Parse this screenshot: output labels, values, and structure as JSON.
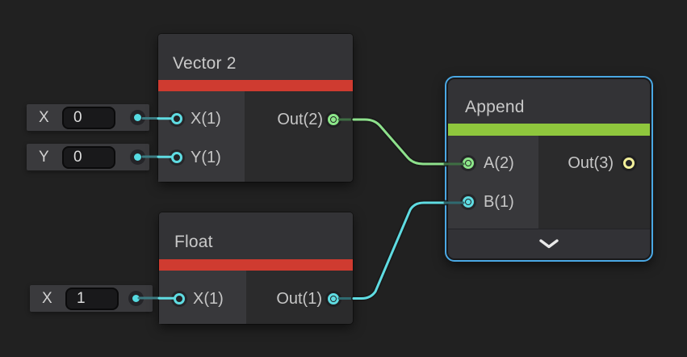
{
  "graph": {
    "background": "#212121",
    "tool": "shader-graph-node-editor"
  },
  "nodes": {
    "vector2": {
      "title": "Vector 2",
      "accent_color": "#cf3b30",
      "inputs": [
        {
          "label": "X(1)",
          "port_color": "#5fdce2",
          "connected": false
        },
        {
          "label": "Y(1)",
          "port_color": "#5fdce2",
          "connected": false
        }
      ],
      "outputs": [
        {
          "label": "Out(2)",
          "port_color": "#8ce689",
          "connected": true
        }
      ]
    },
    "float": {
      "title": "Float",
      "accent_color": "#cf3b30",
      "inputs": [
        {
          "label": "X(1)",
          "port_color": "#5fdce2",
          "connected": false
        }
      ],
      "outputs": [
        {
          "label": "Out(1)",
          "port_color": "#5fdce2",
          "connected": true
        }
      ]
    },
    "append": {
      "title": "Append",
      "accent_color": "#8fc73d",
      "selected": true,
      "selection_color": "#4aa8e4",
      "inputs": [
        {
          "label": "A(2)",
          "port_color": "#8ce689",
          "connected": true
        },
        {
          "label": "B(1)",
          "port_color": "#5fdce2",
          "connected": true
        }
      ],
      "outputs": [
        {
          "label": "Out(3)",
          "port_color": "#f2ef9a",
          "connected": false
        }
      ]
    }
  },
  "inline_inputs": [
    {
      "label": "X",
      "value": "0"
    },
    {
      "label": "Y",
      "value": "0"
    },
    {
      "label": "X",
      "value": "1"
    }
  ],
  "edges": [
    {
      "from": "vector2.Out(2)",
      "to": "append.A(2)",
      "color": "#8ee18c"
    },
    {
      "from": "float.Out(1)",
      "to": "append.B(1)",
      "color": "#5fdce2"
    }
  ],
  "icons": {
    "append_expand": "chevron-down"
  }
}
